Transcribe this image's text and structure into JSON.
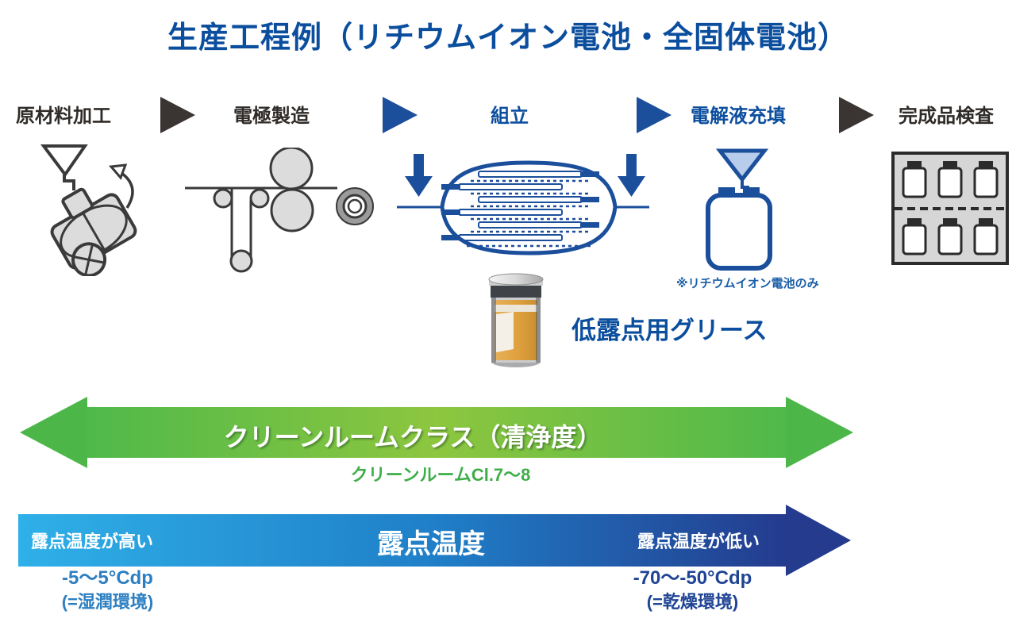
{
  "title": "生産工程例（リチウムイオン電池・全固体電池）",
  "process": {
    "stages": [
      {
        "label": "原材料加工"
      },
      {
        "label": "電極製造"
      },
      {
        "label": "組立"
      },
      {
        "label": "電解液充填"
      },
      {
        "label": "完成品検査"
      }
    ],
    "note": "※リチウムイオン電池のみ",
    "grease_label": "低露点用グリース"
  },
  "cleanroom": {
    "label": "クリーンルームクラス（清浄度）",
    "class_range": "クリーンルームCl.7～8"
  },
  "dewpoint": {
    "left_label": "露点温度が高い",
    "center_label": "露点温度",
    "right_label": "露点温度が低い",
    "left_value": "-5～5°Cdp",
    "left_note": "(=湿潤環境)",
    "right_value": "-70～-50°Cdp",
    "right_note": "(=乾燥環境)"
  },
  "colors": {
    "title_blue": "#0b4e9e",
    "flow_blue": "#1b4f9c",
    "flow_dark": "#3a3432",
    "green": "#4cb748",
    "green_light": "#8dc63f",
    "cyan": "#2fb0e8",
    "navy": "#243b8e",
    "left_value_blue": "#2d7fc1",
    "right_value_blue": "#1f4494"
  }
}
